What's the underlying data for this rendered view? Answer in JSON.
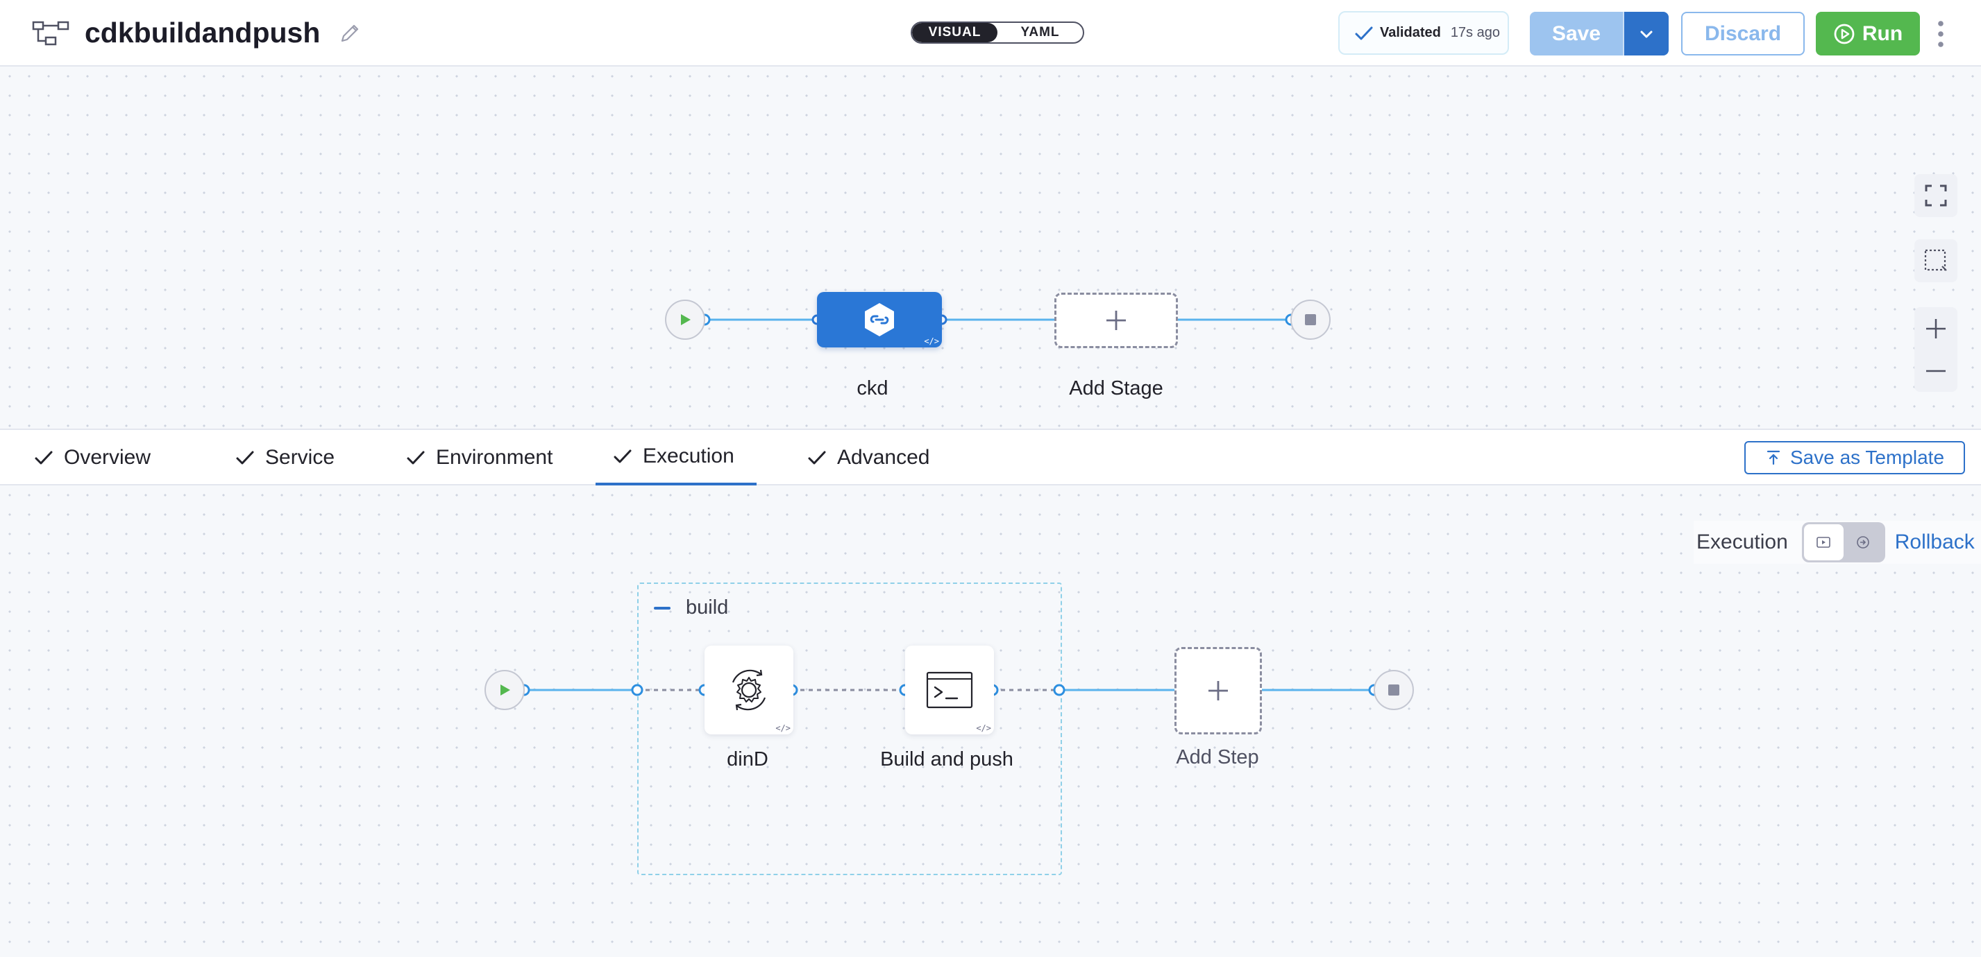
{
  "header": {
    "pipeline_name": "cdkbuildandpush",
    "view_toggle": {
      "visual_label": "VISUAL",
      "yaml_label": "YAML",
      "selected": "VISUAL"
    },
    "validation": {
      "label": "Validated",
      "time": "17s ago"
    },
    "save_label": "Save",
    "discard_label": "Discard",
    "run_label": "Run"
  },
  "icons": {
    "pipeline": "pipeline-icon",
    "edit": "pencil-icon",
    "validated": "check-icon",
    "more": "kebab-menu-icon",
    "fit": "fit-to-screen-icon",
    "select": "selection-icon",
    "zoom_in": "plus-icon",
    "zoom_out": "minus-icon"
  },
  "stages": {
    "items": [
      {
        "name": "ckd",
        "icon": "deploy-stage-icon"
      }
    ],
    "add_label": "Add Stage"
  },
  "tabs": [
    {
      "label": "Overview",
      "complete": true
    },
    {
      "label": "Service",
      "complete": true
    },
    {
      "label": "Environment",
      "complete": true
    },
    {
      "label": "Execution",
      "complete": true,
      "active": true
    },
    {
      "label": "Advanced",
      "complete": true
    }
  ],
  "save_as_template_label": "Save as Template",
  "execution_view": {
    "execution_label": "Execution",
    "rollback_label": "Rollback",
    "selected": "Execution"
  },
  "step_group": {
    "name": "build",
    "steps": [
      {
        "name": "dinD",
        "icon": "gear-sync-icon"
      },
      {
        "name": "Build and push",
        "icon": "terminal-icon"
      }
    ]
  },
  "add_step_label": "Add Step",
  "colors": {
    "primary": "#2d71c9",
    "stage": "#2a77d6",
    "run": "#54b84f",
    "save_disabled": "#9dc4ef",
    "connector": "#5ab3ec",
    "group_border": "#8fd0e8"
  }
}
